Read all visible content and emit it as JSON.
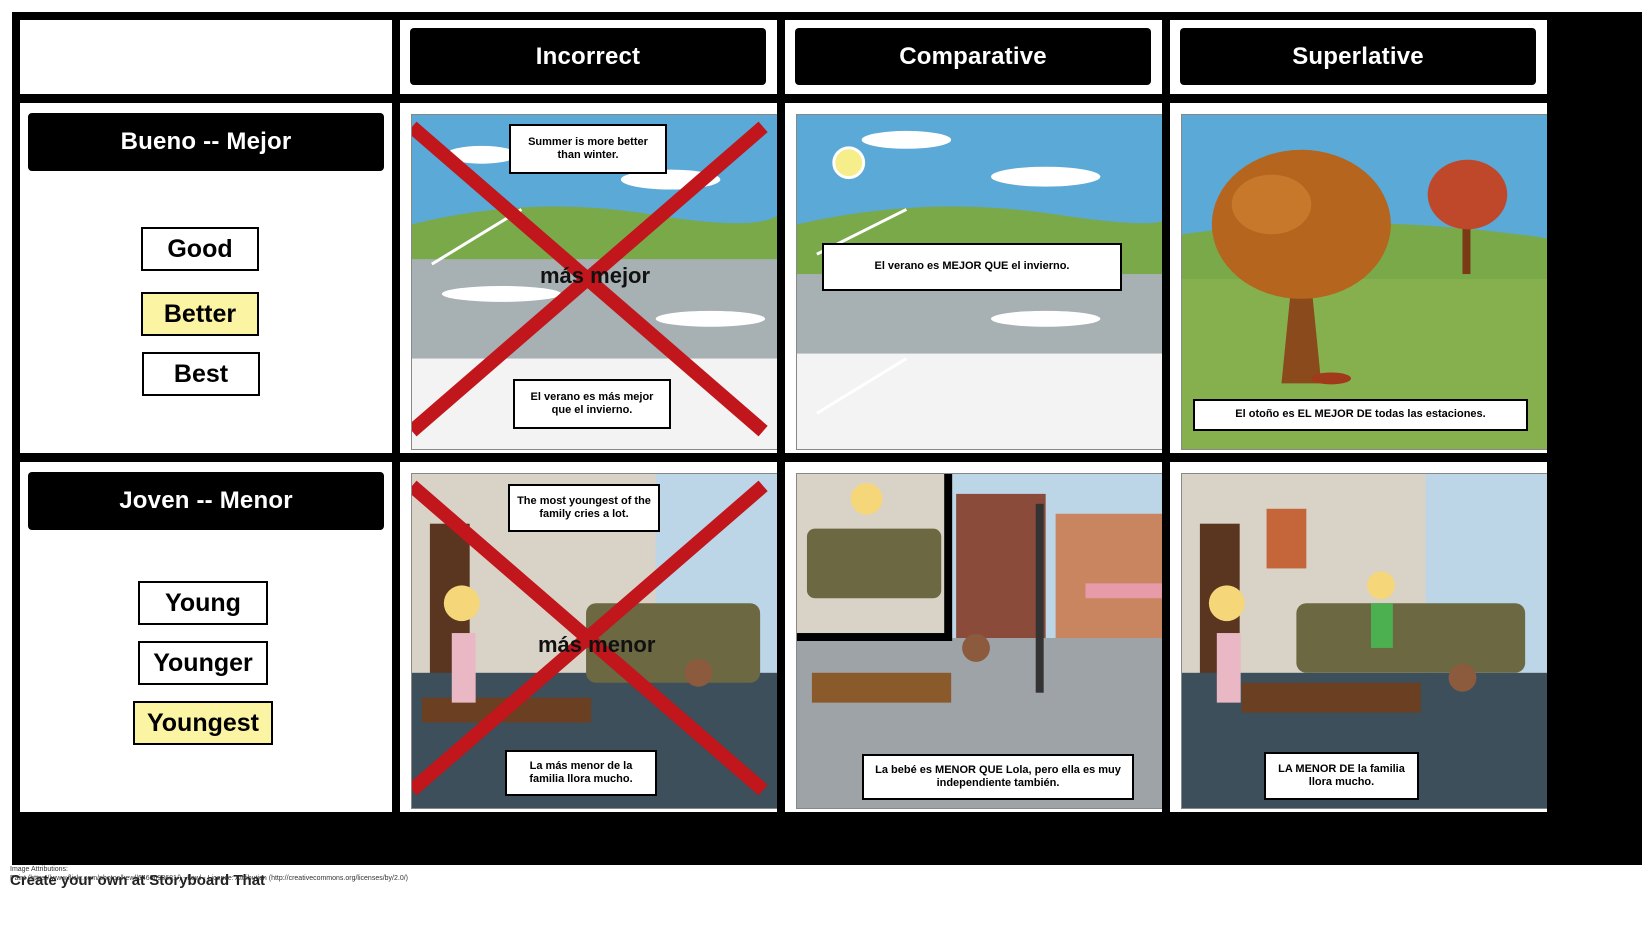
{
  "columns": {
    "incorrect": "Incorrect",
    "comparative": "Comparative",
    "superlative": "Superlative"
  },
  "rows": [
    {
      "title": "Bueno -- Mejor",
      "words": [
        "Good",
        "Better",
        "Best"
      ],
      "incorrect_caption_top": "Summer is more better than winter.",
      "incorrect_overlay": "más mejor",
      "incorrect_caption_bottom": "El verano es más mejor que el invierno.",
      "comparative_caption": "El verano es MEJOR QUE el invierno.",
      "superlative_caption": "El otoño es EL MEJOR DE todas las estaciones."
    },
    {
      "title": "Joven -- Menor",
      "words": [
        "Young",
        "Younger",
        "Youngest"
      ],
      "incorrect_caption_top": "The most youngest of the family cries a lot.",
      "incorrect_overlay": "más menor",
      "incorrect_caption_bottom": "La más menor de la familia llora mucho.",
      "comparative_caption": "La bebé es MENOR QUE Lola, pero ella es muy independiente también.",
      "superlative_caption": "LA MENOR DE la familia llora mucho."
    }
  ],
  "footer": {
    "credit": "Create your own at Storyboard That",
    "attr_title": "Image Attributions:",
    "attr_line": "Paint (https://www.flickr.com/photos/kewl/6460693681/) - kewl - License: Attribution (http://creativecommons.org/licenses/by/2.0/)"
  },
  "colors": {
    "highlight": "#fbf4a3",
    "cross": "#c0161c",
    "sky": "#5aa9d6"
  }
}
